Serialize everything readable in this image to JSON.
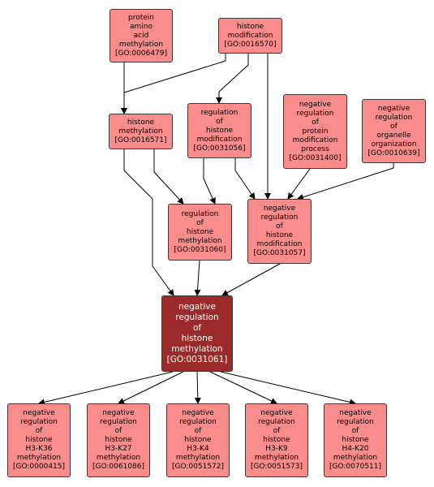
{
  "colors": {
    "node_fill": "#fa8c8c",
    "focus_fill": "#9b2a2a",
    "edge": "#000000"
  },
  "nodes": {
    "go0006479": {
      "label": "protein\namino\nacid\nmethylation\n[GO:0006479]"
    },
    "go0016570": {
      "label": "histone\nmodification\n[GO:0016570]"
    },
    "go0016571": {
      "label": "histone\nmethylation\n[GO:0016571]"
    },
    "go0031056": {
      "label": "regulation\nof\nhistone\nmodification\n[GO:0031056]"
    },
    "go0031400": {
      "label": "negative\nregulation\nof\nprotein\nmodification\nprocess\n[GO:0031400]"
    },
    "go0010639": {
      "label": "negative\nregulation\nof\norganelle\norganization\n[GO:0010639]"
    },
    "go0031060": {
      "label": "regulation\nof\nhistone\nmethylation\n[GO:0031060]"
    },
    "go0031057": {
      "label": "negative\nregulation\nof\nhistone\nmodification\n[GO:0031057]"
    },
    "go0031061": {
      "label": "negative\nregulation\nof\nhistone\nmethylation\n[GO:0031061]"
    },
    "go0000415": {
      "label": "negative\nregulation\nof\nhistone\nH3-K36\nmethylation\n[GO:0000415]"
    },
    "go0061086": {
      "label": "negative\nregulation\nof\nhistone\nH3-K27\nmethylation\n[GO:0061086]"
    },
    "go0051572": {
      "label": "negative\nregulation\nof\nhistone\nH3-K4\nmethylation\n[GO:0051572]"
    },
    "go0051573": {
      "label": "negative\nregulation\nof\nhistone\nH3-K9\nmethylation\n[GO:0051573]"
    },
    "go0070511": {
      "label": "negative\nregulation\nof\nhistone\nH4-K20\nmethylation\n[GO:0070511]"
    }
  },
  "edges": [
    {
      "from": "go0006479",
      "to": "go0016571"
    },
    {
      "from": "go0016570",
      "to": "go0016571"
    },
    {
      "from": "go0016570",
      "to": "go0031056"
    },
    {
      "from": "go0016570",
      "to": "go0031057"
    },
    {
      "from": "go0016571",
      "to": "go0031060"
    },
    {
      "from": "go0016571",
      "to": "go0031061"
    },
    {
      "from": "go0031056",
      "to": "go0031060"
    },
    {
      "from": "go0031056",
      "to": "go0031057"
    },
    {
      "from": "go0031400",
      "to": "go0031057"
    },
    {
      "from": "go0010639",
      "to": "go0031057"
    },
    {
      "from": "go0031060",
      "to": "go0031061"
    },
    {
      "from": "go0031057",
      "to": "go0031061"
    },
    {
      "from": "go0031061",
      "to": "go0000415"
    },
    {
      "from": "go0031061",
      "to": "go0061086"
    },
    {
      "from": "go0031061",
      "to": "go0051572"
    },
    {
      "from": "go0031061",
      "to": "go0051573"
    },
    {
      "from": "go0031061",
      "to": "go0070511"
    }
  ]
}
